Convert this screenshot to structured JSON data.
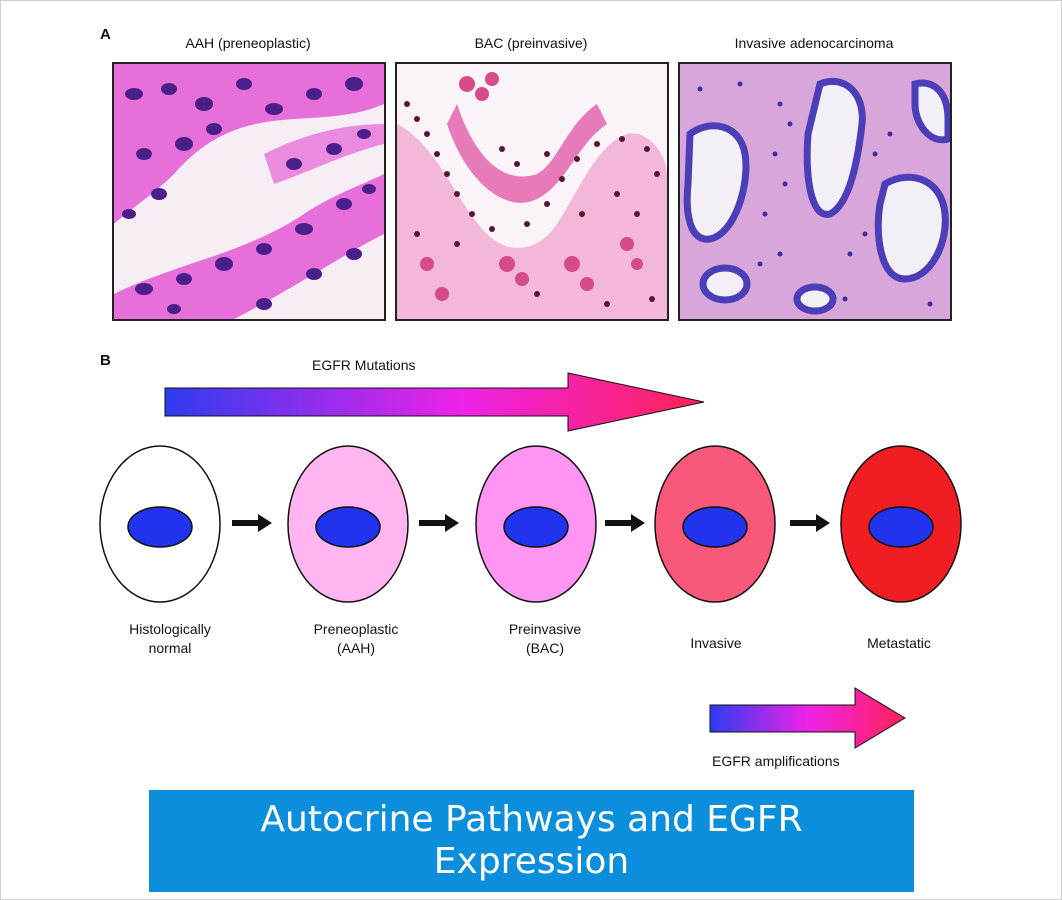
{
  "panel_a": {
    "letter": "A",
    "micrographs": [
      {
        "title": "AAH (preneoplastic)"
      },
      {
        "title": "BAC (preinvasive)"
      },
      {
        "title": "Invasive adenocarcinoma"
      }
    ]
  },
  "panel_b": {
    "letter": "B",
    "mutations_label": "EGFR Mutations",
    "amplifications_label": "EGFR amplifications",
    "stages": [
      {
        "line1": "Histologically",
        "line2": "normal",
        "fill": "#ffffff"
      },
      {
        "line1": "Preneoplastic",
        "line2": "(AAH)",
        "fill": "#ffb5f0"
      },
      {
        "line1": "Preinvasive",
        "line2": "(BAC)",
        "fill": "#ff94f2"
      },
      {
        "line1": "Invasive",
        "line2": "",
        "fill": "#f8597a"
      },
      {
        "line1": "Metastatic",
        "line2": "",
        "fill": "#f01e22"
      }
    ],
    "nucleus_color": "#2233ee"
  },
  "banner": {
    "text": "Autocrine Pathways and EGFR Expression",
    "color": "#0b8fdc"
  }
}
